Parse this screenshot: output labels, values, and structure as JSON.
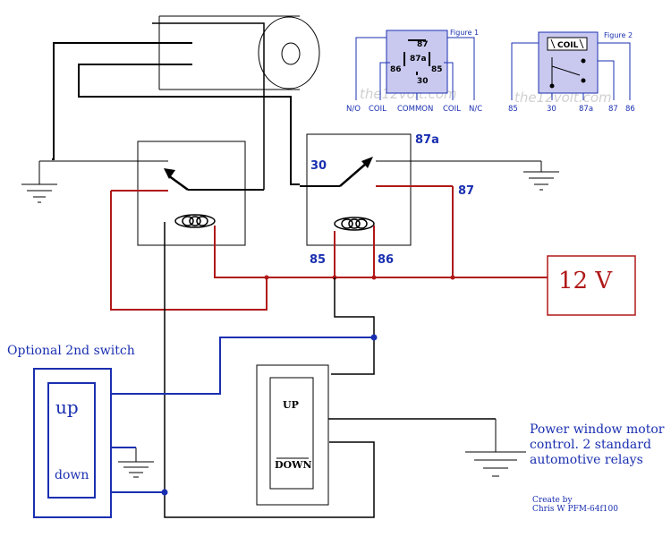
{
  "figure1": {
    "title": "Figure 1",
    "pins": {
      "p87": "87",
      "p87a": "87a",
      "p86": "86",
      "p85": "85",
      "p30": "30"
    },
    "labels": {
      "no": "N/O",
      "coil1": "COIL",
      "common": "COMMON",
      "coil2": "COIL",
      "nc": "N/C"
    },
    "watermark": "the12volt.com"
  },
  "figure2": {
    "title": "Figure 2",
    "coil": "COIL",
    "labels": {
      "p85": "85",
      "p30": "30",
      "p87a": "87a",
      "p87": "87",
      "p86": "86"
    },
    "watermark": "the12volt.com"
  },
  "relay2_terminals": {
    "t87a": "87a",
    "t30": "30",
    "t87": "87",
    "t85": "85",
    "t86": "86"
  },
  "power": {
    "label": "12 V"
  },
  "optional_switch": {
    "title": "Optional 2nd switch",
    "up": "up",
    "down": "down"
  },
  "main_switch": {
    "up": "UP",
    "down": "DOWN"
  },
  "description": {
    "line1": "Power window motor",
    "line2": "control.  2 standard",
    "line3": "automotive relays"
  },
  "credit": {
    "line1": "Create by",
    "line2": "Chris W  PFM-64f100"
  },
  "colors": {
    "blue": "#1a2fb0",
    "red": "#b01818",
    "relay_fill": "#c9c9f0",
    "black": "#000000"
  }
}
